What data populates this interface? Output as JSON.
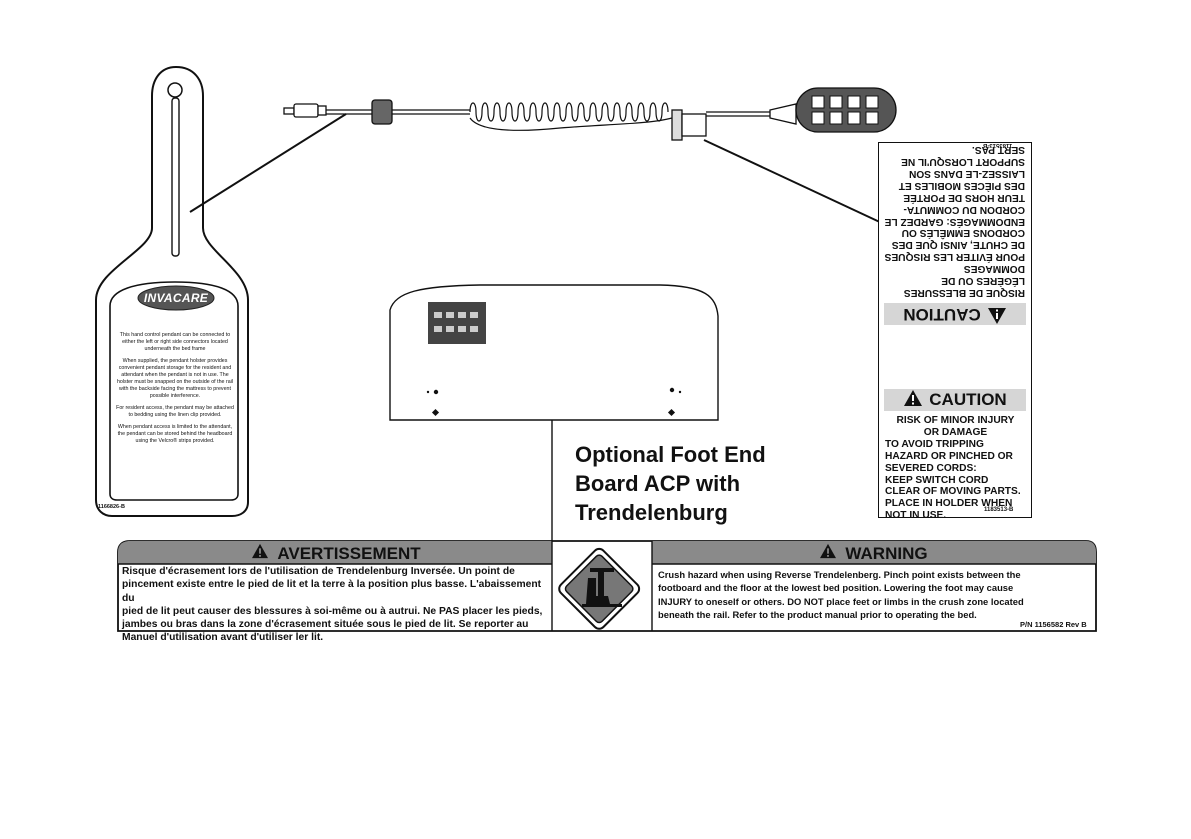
{
  "holster_tag": {
    "logo": "INVACARE",
    "paragraphs": [
      "This hand control pendant can be connected to either the left or right side connectors located underneath the bed frame",
      "When supplied, the pendant holster provides convenient pendant storage for the resident and attendant when the pendant is not in use. The holster must be snapped on the outside of the rail with the backside facing the mattress to prevent possible interference.",
      "For resident access, the pendant may be attached to bedding using the linen clip provided.",
      "When pendant access is limited to the attendant, the pendant can be stored behind the headboard using the Velcro® strips provided."
    ],
    "part_number": "1166826-B"
  },
  "caution_label": {
    "title_en": "CAUTION",
    "lines_en": [
      "RISK OF MINOR INJURY",
      "OR DAMAGE",
      "TO AVOID TRIPPING",
      "HAZARD OR PINCHED OR",
      "SEVERED CORDS:",
      "KEEP SWITCH CORD",
      "CLEAR OF MOVING PARTS.",
      "PLACE IN HOLDER WHEN",
      "NOT IN USE."
    ],
    "part_number": "1183513-B",
    "title_fr": "CAUTION",
    "lines_fr": [
      "RISQUE DE BLESSURES",
      "LÉGÈRES OU DE",
      "DOMMAGES",
      "POUR ÉVITER LES RISQUES",
      "DE CHUTE, AINSI QUE DES",
      "CORDONS EMMÊLÉS OU",
      "ENDOMMAGÉS: GARDEZ LE",
      "CORDON DU COMMUTA-",
      "TEUR HORS DE PORTÉE",
      "DES PIÈCES MOBILES ET",
      "LAISSEZ-LE DANS SON",
      "SUPPORT LORSQU'IL NE",
      "SERT PAS."
    ],
    "part_number_fr": "1183513-B"
  },
  "foot_board": {
    "label_lines": [
      "Optional Foot End",
      "Board ACP with",
      "Trendelenburg"
    ]
  },
  "warning_banner": {
    "fr_title": "AVERTISSEMENT",
    "fr_lines": [
      "Risque d'écrasement lors de l'utilisation de Trendelenburg Inversée. Un point de",
      "pincement existe entre le pied de lit et la terre à la position plus basse. L'abaissement du",
      "pied de lit peut causer des blessures à soi-même ou à autrui. Ne PAS placer les pieds,",
      "jambes ou bras dans la zone d'écrasement située sous le pied de lit. Se reporter au",
      "Manuel d'utilisation avant d'utiliser ler lit."
    ],
    "en_title": "WARNING",
    "en_lines": [
      "Crush hazard when using Reverse Trendelenberg. Pinch point exists between the",
      "footboard and the floor at the lowest bed position.  Lowering the foot may cause",
      "INJURY to oneself or others. DO NOT place feet or limbs in the crush zone located",
      "beneath the rail. Refer to the product manual prior to operating the bed."
    ],
    "part_number": "P/N 1156582  Rev B",
    "icon": "crush-hazard-icon"
  },
  "colors": {
    "header_gray": "#8a8a8a",
    "label_gray": "#d6d6d6",
    "line": "#111111"
  }
}
